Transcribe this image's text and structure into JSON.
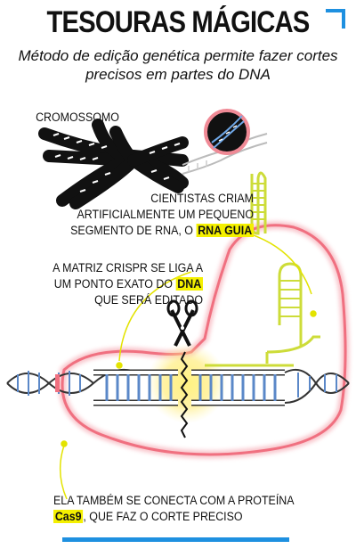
{
  "title": "TESOURAS MÁGICAS",
  "subtitle": "Método de edição genética permite fazer cortes precisos em partes do DNA",
  "labels": {
    "chromosome": "CROMOSSOMO",
    "rna_line1": "CIENTISTAS CRIAM",
    "rna_line2": "ARTIFICIALMENTE UM PEQUENO",
    "rna_line3_prefix": "SEGMENTO DE RNA, O ",
    "rna_highlight": "RNA GUIA",
    "crispr_line1": "A MATRIZ CRISPR SE LIGA A",
    "crispr_line2_prefix": "UM PONTO EXATO DO ",
    "crispr_highlight": "DNA",
    "crispr_line3": "QUE SERÁ EDITADO",
    "cas9_line1": "ELA TAMBÉM SE CONECTA COM A PROTEÍNA",
    "cas9_highlight": "Cas9",
    "cas9_line2_suffix": ", QUE FAZ O CORTE PRECISO"
  },
  "colors": {
    "accent_blue": "#1e90e0",
    "highlight_yellow": "#f4f000",
    "rna_green": "#cddc39",
    "cas9_pink": "#f07080",
    "dna_blue": "#5b88c8"
  },
  "icons": [
    "scissors-icon",
    "corner-bracket-icon"
  ]
}
